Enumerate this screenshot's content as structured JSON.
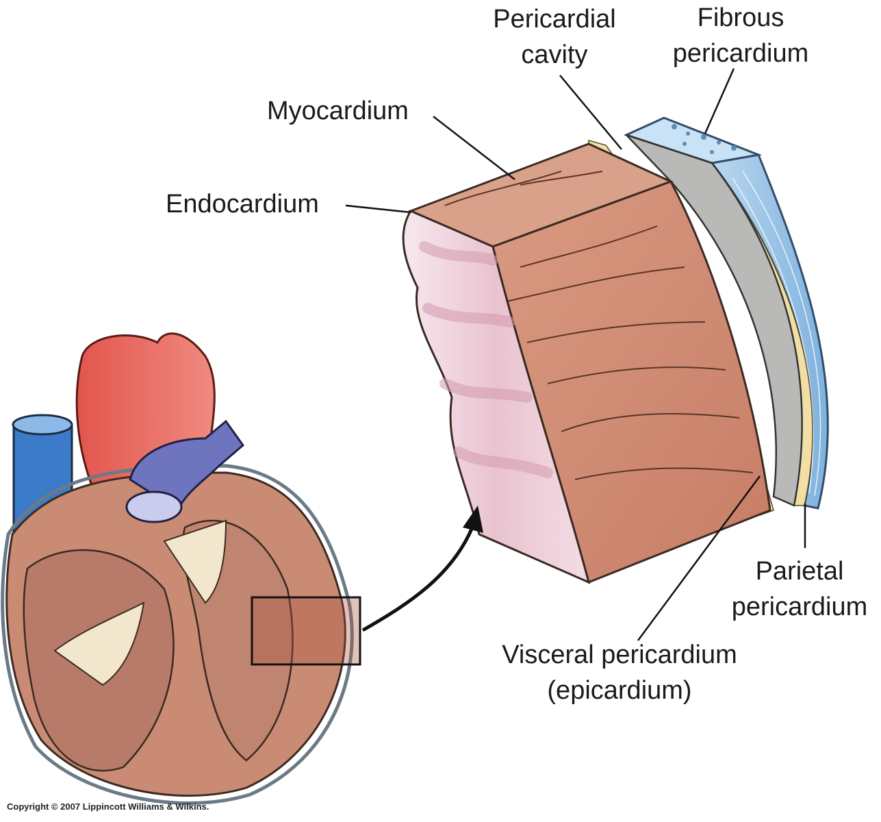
{
  "labels": {
    "pericardial_cavity": {
      "line1": "Pericardial",
      "line2": "cavity"
    },
    "fibrous_pericardium": {
      "line1": "Fibrous",
      "line2": "pericardium"
    },
    "myocardium": "Myocardium",
    "endocardium": "Endocardium",
    "parietal_pericardium": {
      "line1": "Parietal",
      "line2": "pericardium"
    },
    "visceral_pericardium": {
      "line1": "Visceral pericardium",
      "line2": "(epicardium)"
    }
  },
  "copyright": "Copyright © 2007 Lippincott Williams & Wilkins."
}
